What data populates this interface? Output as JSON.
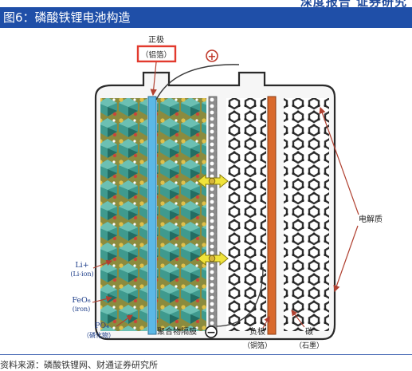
{
  "header": {
    "right_text": "深度报告    证券研究"
  },
  "figure_title": "图6：磷酸铁锂电池构造",
  "diagram": {
    "labels": {
      "positive": "正极",
      "positive_sub": "（铝箔）",
      "plus_sign": "+",
      "electrolyte": "电解质",
      "li": "Li+",
      "li_sub": "(Li-ion)",
      "feo": "FeO₆",
      "feo_sub": "(iron)",
      "po4": "PO₄",
      "po4_sub": "（磷化物）",
      "separator": "聚合物隔膜",
      "minus_sign": "−",
      "negative": "负极",
      "negative_sub": "（铜箔）",
      "carbon": "碳",
      "carbon_sub": "（石墨）"
    },
    "colors": {
      "positive_collector": "#5bb8e6",
      "negative_collector": "#d9692c",
      "label_box": "#e23a2e",
      "crystal_teal": "#2f8f86",
      "crystal_olive": "#8a8a3a",
      "li_ion": "#d6b53a",
      "arrow_yellow": "#f0e33a"
    }
  },
  "source": "资料来源：磷酸铁锂网、财通证券研究所"
}
